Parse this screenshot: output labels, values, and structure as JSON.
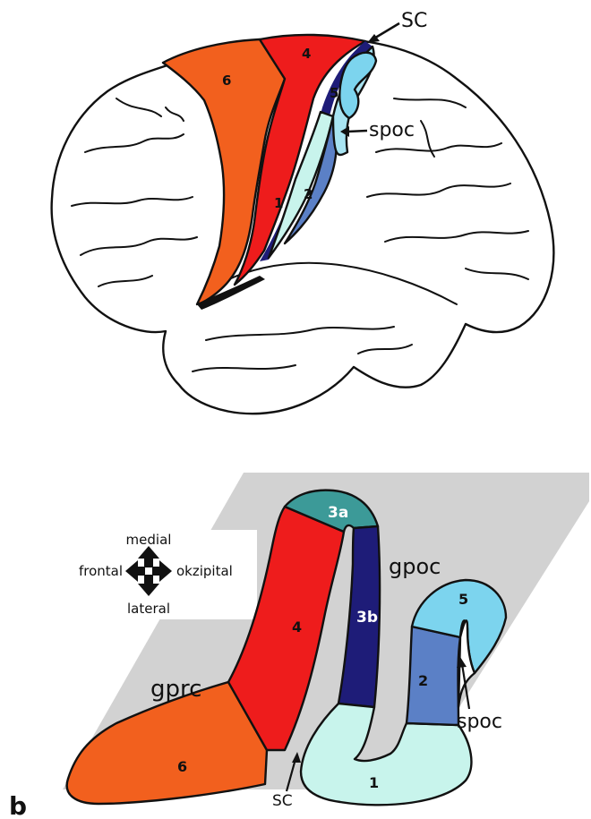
{
  "panel_a": {
    "labels": {
      "sc": "SC",
      "spoc": "spoc",
      "area_6": "6",
      "area_4": "4",
      "area_5": "5",
      "area_1": "1",
      "area_2": "2"
    }
  },
  "panel_b": {
    "panel_letter": "b",
    "labels": {
      "area_3a": "3a",
      "area_3b": "3b",
      "area_4": "4",
      "area_6": "6",
      "area_5": "5",
      "area_2": "2",
      "area_1": "1",
      "gprc": "gprc",
      "gpoc": "gpoc",
      "spoc": "spoc",
      "sc": "SC"
    },
    "orientation": {
      "medial": "medial",
      "lateral": "lateral",
      "frontal": "frontal",
      "okzipital": "okzipital"
    }
  },
  "colors": {
    "area_6": "#f2601e",
    "area_4": "#ee1c1c",
    "area_3a": "#3c9a98",
    "area_3b": "#1e1c78",
    "area_1": "#c8f4ec",
    "area_2": "#5b80c6",
    "area_5": "#7cd4ee",
    "plane": "#d2d2d2",
    "spoc_strip_a": "#a8e4f2"
  }
}
